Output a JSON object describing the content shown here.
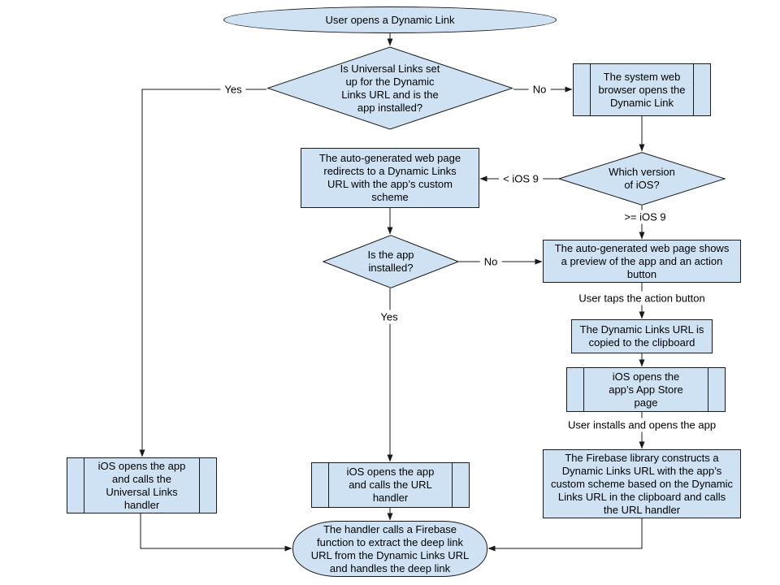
{
  "diagram": {
    "background_color": "#ffffff",
    "node_fill_color": "#cfe2f3",
    "node_border_color": "#1a1a1a",
    "nodes": {
      "start": {
        "shape": "terminator",
        "label": "User opens a Dynamic Link"
      },
      "universal_links": {
        "shape": "decision",
        "label": "Is Universal Links set up for the Dynamic Links URL and is the app installed?"
      },
      "system_browser": {
        "shape": "predefined-process",
        "label": "The system web browser opens the Dynamic Link"
      },
      "ios_version": {
        "shape": "decision",
        "label": "Which version of iOS?"
      },
      "redirect_custom_scheme": {
        "shape": "process",
        "label": "The auto-generated web page redirects to a Dynamic Links URL with the app’s custom scheme"
      },
      "app_installed": {
        "shape": "decision",
        "label": "Is the app installed?"
      },
      "preview_page": {
        "shape": "process",
        "label": "The auto-generated web page shows a preview of the app and an action button"
      },
      "copy_clipboard": {
        "shape": "process",
        "label": "The Dynamic Links URL is copied to the clipboard"
      },
      "app_store": {
        "shape": "predefined-process",
        "label": "iOS opens the app’s App Store page"
      },
      "firebase_constructs": {
        "shape": "process",
        "label": "The Firebase library constructs a Dynamic Links URL with the app’s custom scheme based on the Dynamic Links URL in the clipboard and calls the URL handler"
      },
      "universal_links_handler": {
        "shape": "predefined-process",
        "label": "iOS opens the app and calls the Universal Links handler"
      },
      "url_handler": {
        "shape": "predefined-process",
        "label": "iOS opens the app and calls the URL handler"
      },
      "end": {
        "shape": "terminator",
        "label": "The handler calls a Firebase function to extract the deep link URL from the Dynamic Links URL and handles the deep link"
      }
    },
    "edge_labels": {
      "universal_yes": "Yes",
      "universal_no": "No",
      "lt_ios9": "< iOS 9",
      "gte_ios9": ">= iOS 9",
      "installed_no": "No",
      "installed_yes": "Yes",
      "taps_action": "User taps the action button",
      "installs_opens": "User installs and opens the app"
    }
  }
}
